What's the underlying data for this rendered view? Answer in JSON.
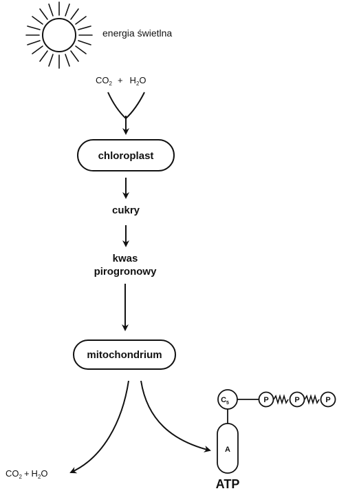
{
  "diagram": {
    "light_label": "energia świetlna",
    "inputs": {
      "co2": "CO",
      "co2_sub": "2",
      "plus": "+",
      "h2o_h": "H",
      "h2o_sub": "2",
      "h2o_o": "O"
    },
    "chloroplast_label": "chloroplast",
    "sugars_label": "cukry",
    "pyruvate_line1": "kwas",
    "pyruvate_line2": "pirogronowy",
    "mitochondrion_label": "mitochondrium",
    "outputs": {
      "co2": "CO",
      "co2_sub": "2",
      "plus": "+",
      "h2o_h": "H",
      "h2o_sub": "2",
      "h2o_o": "O"
    },
    "atp": {
      "sugar_label": "C",
      "sugar_sub": "5",
      "base_label": "A",
      "phosphate_label": "P",
      "name": "ATP"
    }
  }
}
